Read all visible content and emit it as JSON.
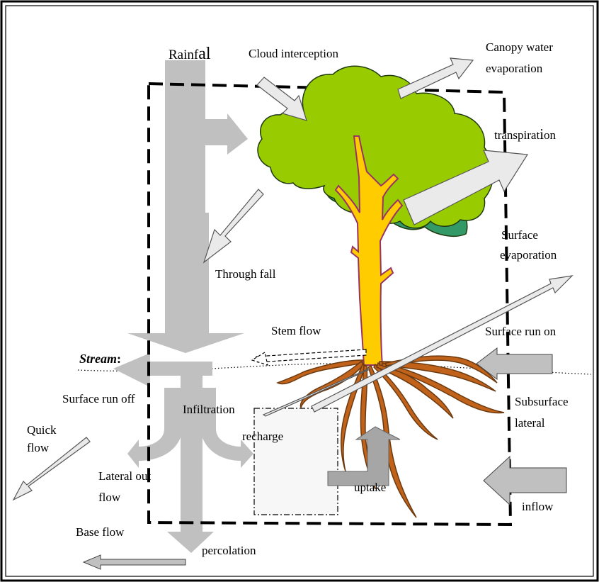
{
  "labels": {
    "rainfall_a": "Rainf",
    "rainfall_b": "al",
    "cloud_interception": "Cloud interception",
    "canopy_evap_1": "Canopy water",
    "canopy_evap_2": "evaporation",
    "transpiration_a": "transpirat",
    "transpiration_b": "i",
    "transpiration_c": "on",
    "through_fall": "Through fall",
    "surface_evap_1": "Surface",
    "surface_evap_2": "evaporation",
    "stem_flow": "Stem flow",
    "surface_run_on": "Surface run on",
    "stream": "Stream",
    "stream_colon": ":",
    "surface_run_off": "Surface run off",
    "infiltration": "Infiltration",
    "subsurface_1": "Subsurface",
    "subsurface_2": "lateral",
    "quick_flow_1": "Quick",
    "quick_flow_2": "flow",
    "recharge": "recharge",
    "lateral_out_1": "Lateral out",
    "lateral_out_2": "flow",
    "uptake": "uptake",
    "inflow": "inflow",
    "base_flow": "Base flow",
    "percolation": "percolation"
  },
  "colors": {
    "canopy_light": "#99cc00",
    "canopy_dark": "#339966",
    "trunk": "#ffcc00",
    "trunk_outline": "#993366",
    "roots": "#c0621a",
    "roots_outline": "#6b3a10",
    "flow_grey": "#c0c0c0",
    "arrow_light": "#eaeaea",
    "uptake_grey": "#a6a6a6",
    "recharge_fill": "#f7f7f7"
  }
}
